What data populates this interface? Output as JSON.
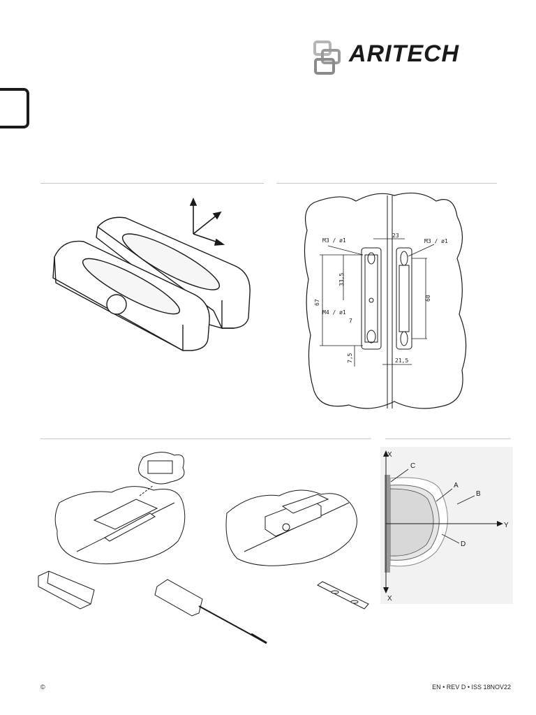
{
  "brand": {
    "name": "ARITECH"
  },
  "fig2": {
    "labels": {
      "left_screw": "M3 / ø1",
      "right_screw": "M3 / ø1",
      "lower_screw": "M4 / ø1",
      "gap": "23",
      "height_left": "33,5",
      "total_height": "67",
      "angle": "7",
      "bottom_offset": "7,5",
      "width": "21,5",
      "height_right": "60"
    }
  },
  "fig4": {
    "axes": {
      "x_top": "X",
      "x_bottom": "X",
      "y": "Y"
    },
    "zones": {
      "a": "A",
      "b": "B",
      "c": "C",
      "d": "D"
    }
  },
  "footer": {
    "copyright": "©",
    "revision": "EN • REV D • ISS 18NOV22"
  },
  "colors": {
    "ink": "#1a1a1a",
    "rule": "#c8c8c8",
    "logo_grey": "#9a9a9a",
    "chart_bg": "#efefef"
  }
}
